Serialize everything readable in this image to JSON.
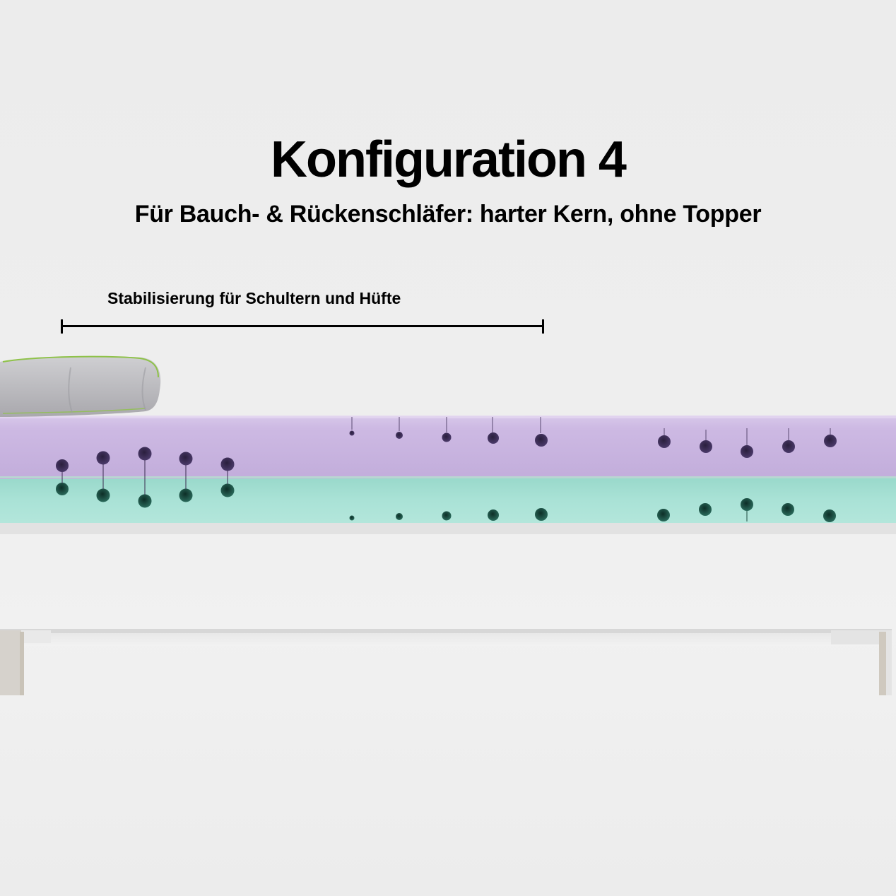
{
  "heading": {
    "title": "Konfiguration 4",
    "subtitle": "Für Bauch- & Rückenschläfer: harter Kern, ohne Topper"
  },
  "annotation": {
    "label": "Stabilisierung für Schultern und Hüfte"
  },
  "colors": {
    "top_layer": "#cdb9e3",
    "bottom_layer": "#a6e0d4",
    "pillow": "#bdbcc0",
    "pillow_piping": "#8fc24a",
    "text": "#000000"
  }
}
